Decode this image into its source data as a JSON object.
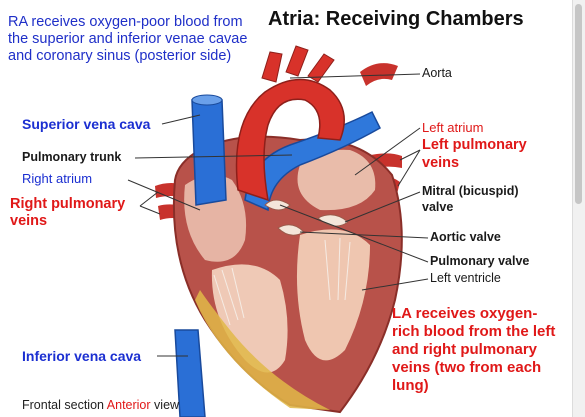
{
  "title": "Atria: Receiving Chambers",
  "ra_note": "RA receives oxygen-poor blood from the superior and inferior venae cavae and coronary sinus (posterior side)",
  "la_note": "LA receives oxygen-rich blood from the left and right pulmonary veins (two from each lung)",
  "labels": {
    "aorta": "Aorta",
    "superior_vena_cava": "Superior vena cava",
    "pulmonary_trunk": "Pulmonary trunk",
    "right_atrium": "Right atrium",
    "right_pulmonary_veins_1": "Right pulmonary",
    "right_pulmonary_veins_2": "veins",
    "inferior_vena_cava": "Inferior vena cava",
    "left_atrium": "Left atrium",
    "left_pulmonary_veins_1": "Left pulmonary",
    "left_pulmonary_veins_2": "veins",
    "mitral_valve_1": "Mitral (bicuspid)",
    "mitral_valve_2": "valve",
    "aortic_valve": "Aortic valve",
    "pulmonary_valve": "Pulmonary valve",
    "left_ventricle": "Left ventricle"
  },
  "caption": {
    "prefix": "Frontal section",
    "highlight": "Anterior",
    "suffix": "view"
  },
  "colors": {
    "blue_label": "#1b2fd1",
    "red_label": "#e01818",
    "vein_blue": "#2a6fd6",
    "artery_red": "#d8322a",
    "muscle": "#c8645a"
  }
}
